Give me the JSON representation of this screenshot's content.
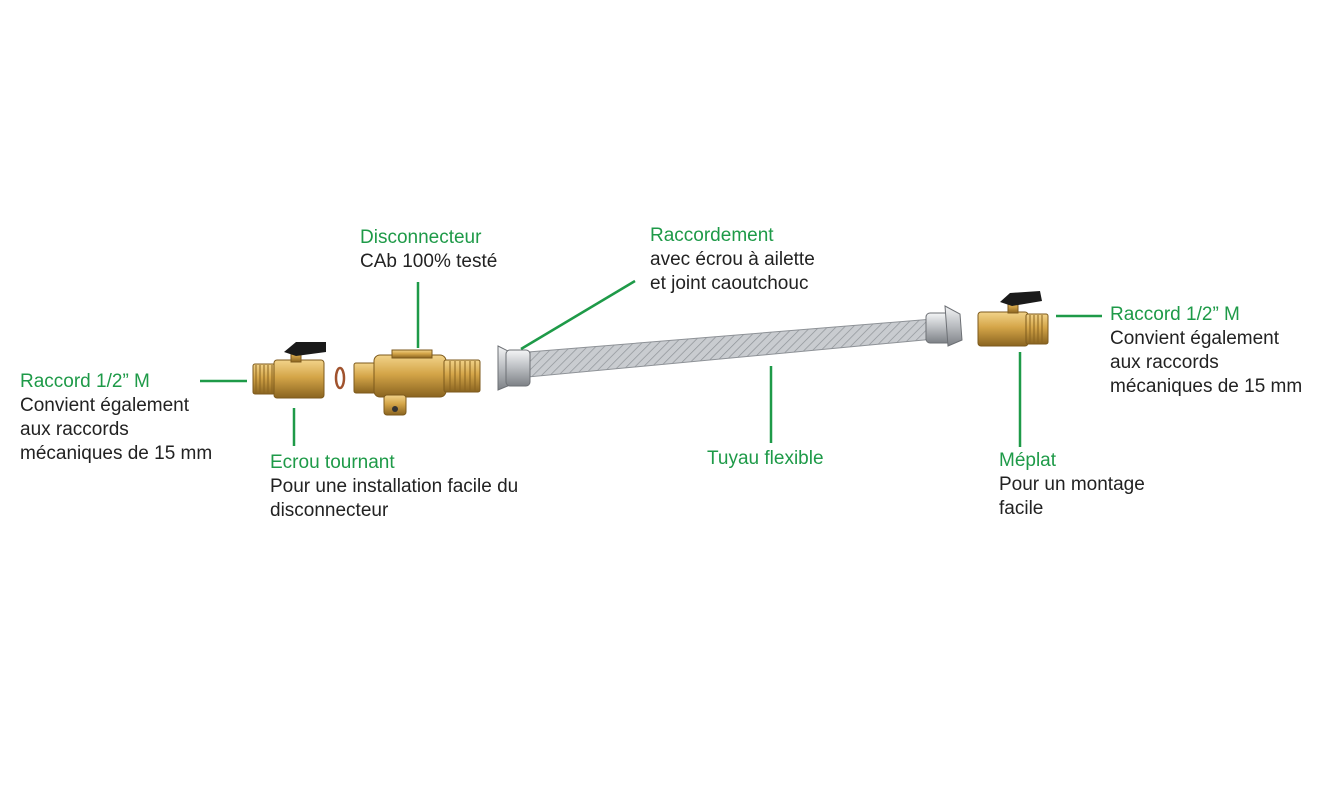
{
  "colors": {
    "accent": "#1e9a48",
    "text": "#222222",
    "brass": "#c99a3e",
    "brass_dark": "#8a6420",
    "chrome": "#c4c7cb",
    "handle": "#1a1a1a"
  },
  "callouts": {
    "raccord_left": {
      "title": "Raccord 1/2” M",
      "desc": "Convient également\naux raccords\nmécaniques de 15 mm"
    },
    "ecrou": {
      "title": "Ecrou tournant",
      "desc": "Pour une installation facile du\ndisconnecteur"
    },
    "disconnecteur": {
      "title": "Disconnecteur",
      "desc": "CAb 100% testé"
    },
    "raccordement": {
      "title": "Raccordement",
      "desc": "avec écrou à ailette\net joint caoutchouc"
    },
    "tuyau": {
      "title": "Tuyau flexible"
    },
    "meplat": {
      "title": "Méplat",
      "desc": "Pour un montage\nfacile"
    },
    "raccord_right": {
      "title": "Raccord 1/2” M",
      "desc": "Convient également\naux raccords\nmécaniques de 15 mm"
    }
  }
}
